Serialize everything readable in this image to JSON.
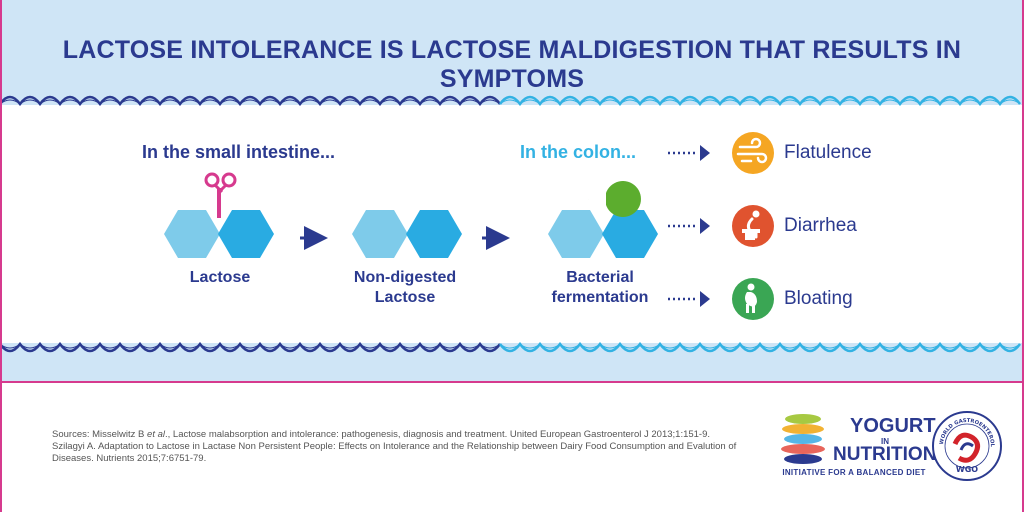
{
  "title": "LACTOSE INTOLERANCE IS LACTOSE MALDIGESTION THAT RESULTS IN SYMPTOMS",
  "sections": {
    "small_intestine": "In the small intestine...",
    "colon": "In the colon..."
  },
  "steps": [
    {
      "line1": "Lactose",
      "line2": ""
    },
    {
      "line1": "Non-digested",
      "line2": "Lactose"
    },
    {
      "line1": "Bacterial",
      "line2": "fermentation"
    }
  ],
  "symptoms": [
    {
      "label": "Flatulence",
      "icon": "wind-icon",
      "color": "#f5a623"
    },
    {
      "label": "Diarrhea",
      "icon": "toilet-icon",
      "color": "#e0532f"
    },
    {
      "label": "Bloating",
      "icon": "bloated-person-icon",
      "color": "#3aa654"
    }
  ],
  "sources": {
    "line1_prefix": "Sources: Misselwitz B ",
    "line1_italic": "et al",
    "line1_suffix": "., Lactose malabsorption and intolerance: pathogenesis, diagnosis and treatment. United European Gastroenterol J 2013;1:151-9.",
    "line2": "Szilagyi A. Adaptation to Lactose in Lactase Non Persistent People: Effects on Intolerance and the Relationship between Dairy Food Consumption and Evalution of Diseases. Nutrients 2015;7:6751-79."
  },
  "logo_yogurt": {
    "word1": "YOGURT",
    "word2": "IN",
    "word3": "NUTRITION",
    "tagline": "INITIATIVE FOR A BALANCED DIET"
  },
  "logo_wgo": {
    "ring_text": "WORLD GASTROENTEROLOGY ORGANISATION",
    "abbr": "WGO"
  },
  "colors": {
    "navy": "#2b3a8f",
    "light_blue": "#33b2e3",
    "hex_light": "#7ecbea",
    "hex_dark": "#29abe2",
    "pink": "#d63a8e",
    "band": "#cfe5f6"
  }
}
